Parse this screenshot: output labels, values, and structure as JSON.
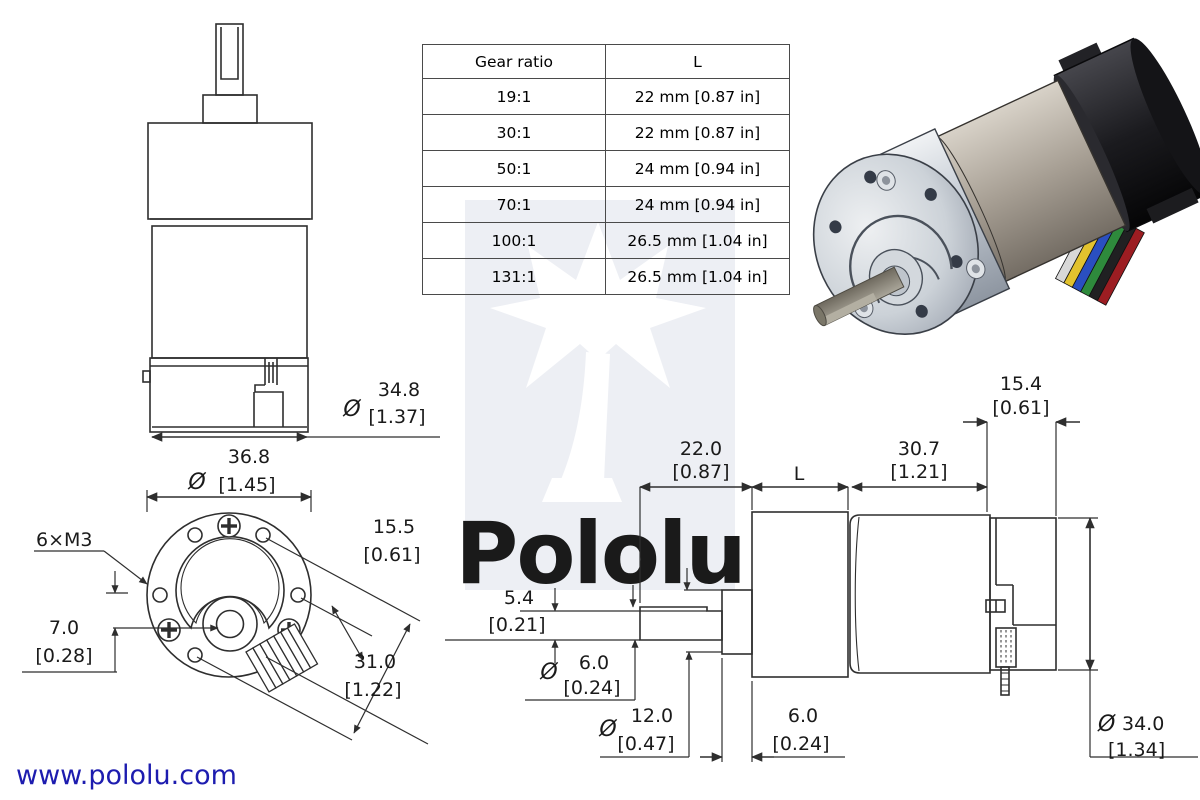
{
  "symbols": {
    "diameter": "Ø"
  },
  "url": "www.pololu.com",
  "watermark": {
    "brand": "Pololu"
  },
  "table": {
    "headers": [
      "Gear ratio",
      "L"
    ],
    "rows": [
      {
        "ratio": "19:1",
        "length": "22 mm [0.87 in]"
      },
      {
        "ratio": "30:1",
        "length": "22 mm [0.87 in]"
      },
      {
        "ratio": "50:1",
        "length": "24 mm [0.94 in]"
      },
      {
        "ratio": "70:1",
        "length": "24 mm [0.94 in]"
      },
      {
        "ratio": "100:1",
        "length": "26.5 mm [1.04 in]"
      },
      {
        "ratio": "131:1",
        "length": "26.5 mm [1.04 in]"
      }
    ]
  },
  "dims": {
    "motor_dia": {
      "mm": "34.8",
      "in": "[1.37]"
    },
    "face_dia": {
      "mm": "36.8",
      "in": "[1.45]"
    },
    "mounting_holes": "6×M3",
    "shaft_offset": {
      "mm": "7.0",
      "in": "[0.28]"
    },
    "hole_spacing": {
      "mm": "15.5",
      "in": "[0.61]"
    },
    "bolt_circle": {
      "mm": "31.0",
      "in": "[1.22]"
    },
    "shaft_length": {
      "mm": "22.0",
      "in": "[0.87]"
    },
    "gearbox_length": "L",
    "motor_length": {
      "mm": "30.7",
      "in": "[1.21]"
    },
    "cap_length": {
      "mm": "15.4",
      "in": "[0.61]"
    },
    "can_dia": {
      "mm": "34.0",
      "in": "[1.34]"
    },
    "shaft_flat": {
      "mm": "5.4",
      "in": "[0.21]"
    },
    "shaft_dia": {
      "mm": "6.0",
      "in": "[0.24]"
    },
    "hub_dia": {
      "mm": "12.0",
      "in": "[0.47]"
    },
    "hub_length": {
      "mm": "6.0",
      "in": "[0.24]"
    }
  },
  "colors": {
    "url_text": "#1d1caf",
    "line": "#2e2e2e",
    "watermark_bg": "#edeff4",
    "watermark_text": "#dfe4ef",
    "render": {
      "gearbox": "#c6ccd4",
      "motor": "#a79f94",
      "cap": "#1b1b1f",
      "shaft": "#8b8679"
    },
    "wires": [
      {
        "name": "white",
        "hex": "#d8d8d8"
      },
      {
        "name": "yellow",
        "hex": "#e2c22e"
      },
      {
        "name": "blue",
        "hex": "#2a4fc0"
      },
      {
        "name": "green",
        "hex": "#2e8a3c"
      },
      {
        "name": "black",
        "hex": "#202022"
      },
      {
        "name": "red",
        "hex": "#9c1d22"
      }
    ]
  }
}
